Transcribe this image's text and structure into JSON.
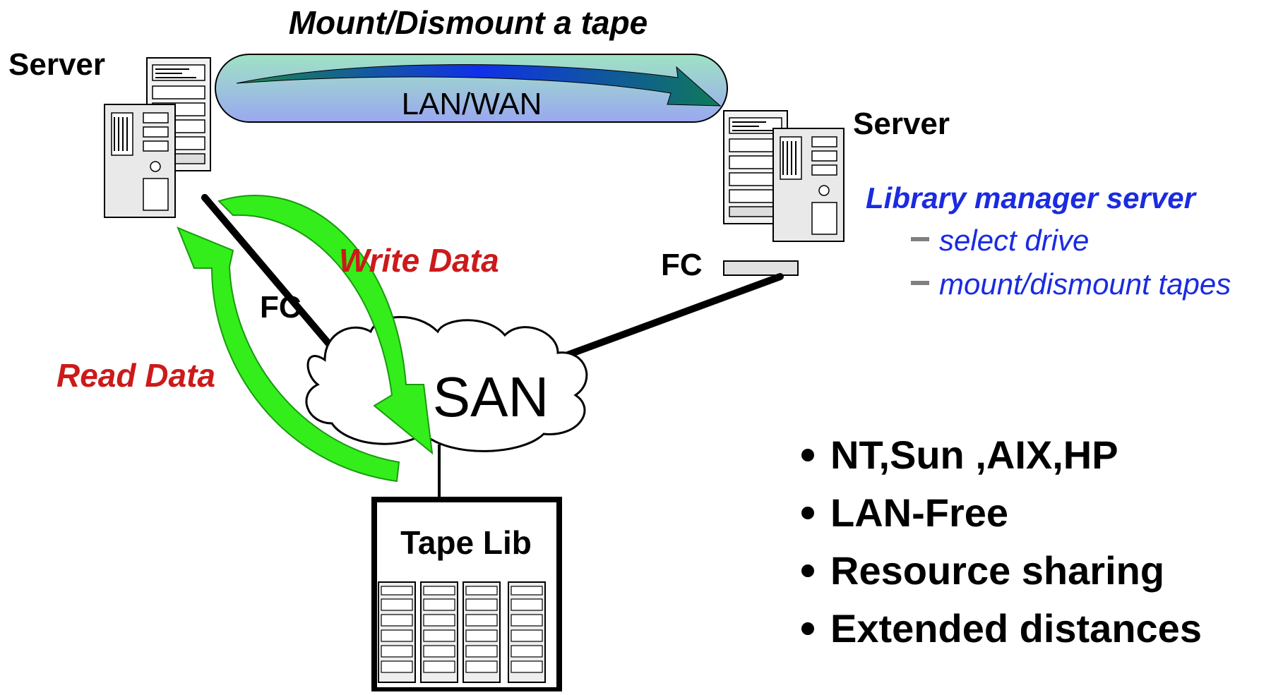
{
  "title": "Mount/Dismount a tape",
  "network_label": "LAN/WAN",
  "server_left_label": "Server",
  "server_right_label": "Server",
  "fc_left_label": "FC",
  "fc_right_label": "FC",
  "write_label": "Write Data",
  "read_label": "Read Data",
  "san_label": "SAN",
  "tape_label": "Tape Lib",
  "library_manager": {
    "title": "Library manager server",
    "items": [
      "select drive",
      "mount/dismount tapes"
    ]
  },
  "bullets": [
    "NT,Sun ,AIX,HP",
    "LAN-Free",
    "Resource sharing",
    "Extended distances"
  ],
  "colors": {
    "green_arrow": "#33ee1a",
    "red_label": "#cc1a1a",
    "blue_label": "#1a2be0"
  }
}
